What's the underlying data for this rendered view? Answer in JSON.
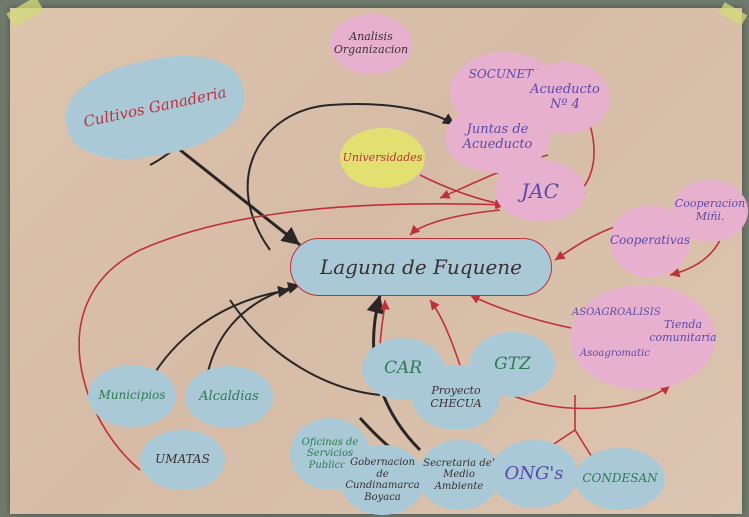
{
  "title_line1": "Analisis",
  "title_line2": "Organizacion",
  "nodes": {
    "cultivos": "Cultivos Ganaderia",
    "laguna": "Laguna de Fuquene",
    "universidades": "Universidades",
    "soconeta": "SOCUNETA",
    "acueducto": "Acueducto Nº 4",
    "juntas": "Juntas de Acueducto",
    "jac": "JAC",
    "cooperacion": "Cooperacion Miñi.",
    "cooperativas": "Cooperativas",
    "asoagroalisis": "ASOAGROALISIS",
    "tienda": "Tienda comunitaria",
    "asoagromatic": "Asoagromatic",
    "car": "CAR",
    "gtz": "GTZ",
    "proyecto": "Proyecto CHECUA",
    "municipios": "Municipios",
    "alcaldias": "Alcaldias",
    "umatas": "UMATAS",
    "oficinas": "Oficinas de Servicios Publicos",
    "gobernacion": "Gobernacion de Cundinamarca Boyaca",
    "secretaria": "Secretaria del Medio Ambiente",
    "ongs": "ONG's",
    "condesan": "CONDESAN"
  },
  "colors": {
    "red_arrow": "#c0303b",
    "black_arrow": "#2a2626",
    "blue_node": "#a9c9d6",
    "pink_node": "#e7b0cf",
    "yellow_node": "#e2e070"
  }
}
